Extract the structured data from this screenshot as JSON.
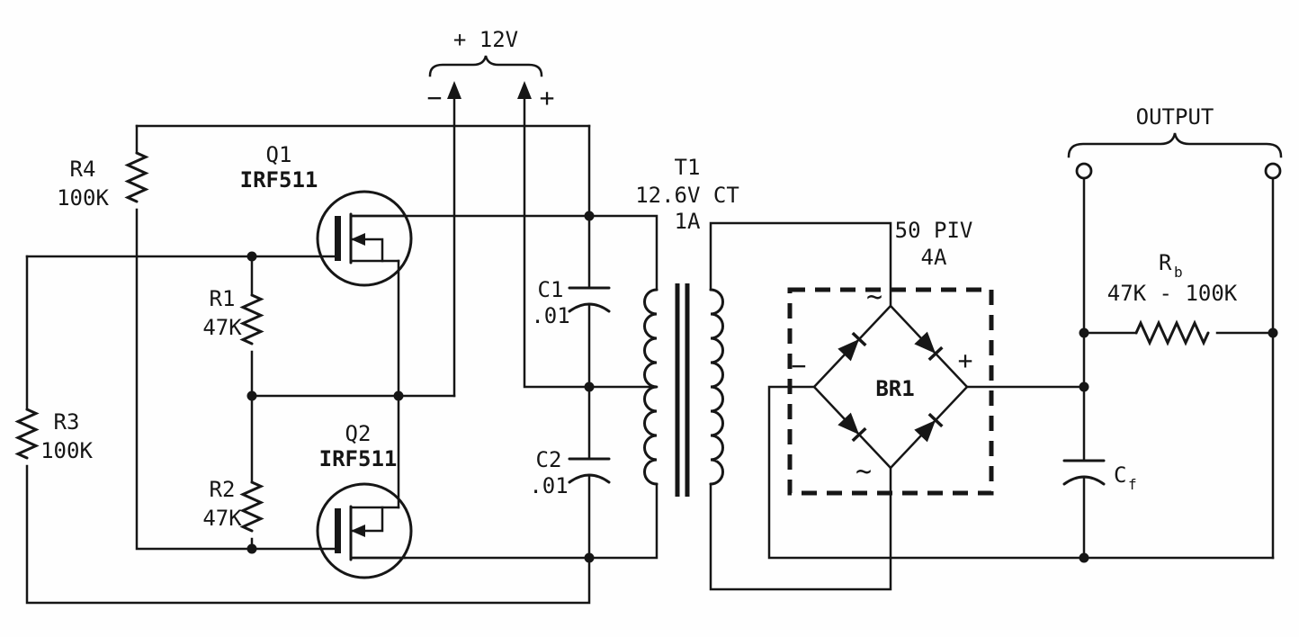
{
  "diagram_type": "circuit-schematic",
  "power_supply": {
    "label": "+ 12V",
    "minus_terminal": "−",
    "plus_terminal": "+"
  },
  "transistors": {
    "q1": {
      "ref": "Q1",
      "part": "IRF511"
    },
    "q2": {
      "ref": "Q2",
      "part": "IRF511"
    }
  },
  "resistors": {
    "r1": {
      "ref": "R1",
      "value": "47K"
    },
    "r2": {
      "ref": "R2",
      "value": "47K"
    },
    "r3": {
      "ref": "R3",
      "value": "100K"
    },
    "r4": {
      "ref": "R4",
      "value": "100K"
    },
    "rb": {
      "ref_base": "R",
      "ref_sub": "b",
      "value": "47K - 100K"
    }
  },
  "capacitors": {
    "c1": {
      "ref": "C1",
      "value": ".01"
    },
    "c2": {
      "ref": "C2",
      "value": ".01"
    },
    "cf": {
      "ref_base": "C",
      "ref_sub": "f"
    }
  },
  "transformer": {
    "ref": "T1",
    "rating_voltage": "12.6V CT",
    "rating_current": "1A"
  },
  "rectifier": {
    "ref": "BR1",
    "rating_piv": "50 PIV",
    "rating_current": "4A",
    "ac_top": "~",
    "ac_bottom": "~",
    "dc_minus": "−",
    "dc_plus": "+"
  },
  "output": {
    "label": "OUTPUT"
  }
}
